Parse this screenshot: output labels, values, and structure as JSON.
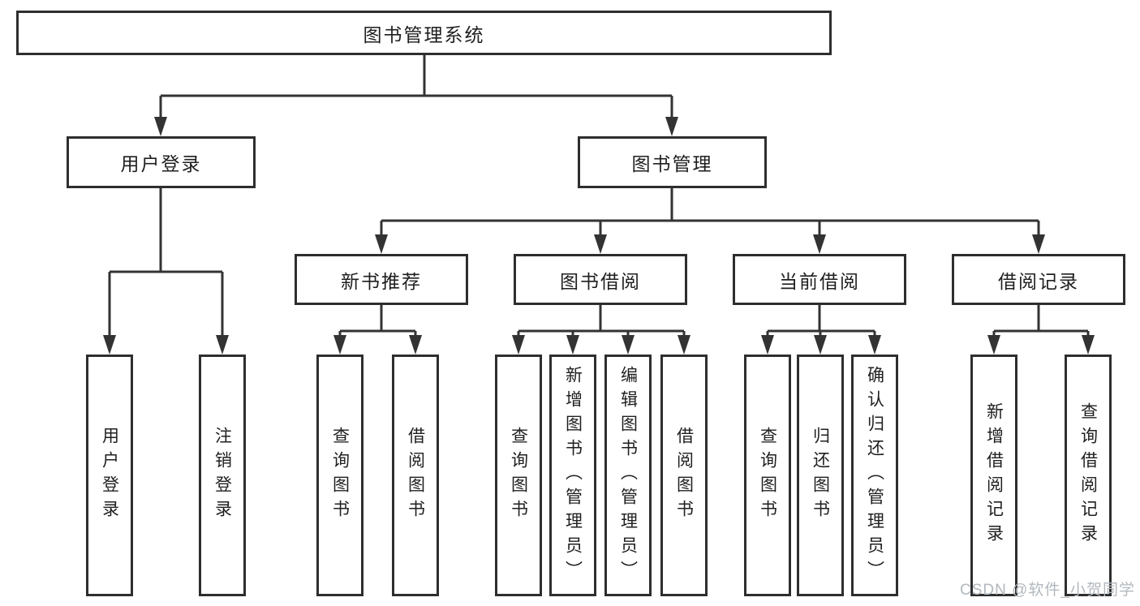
{
  "diagram": {
    "title": "图书管理系统",
    "root": {
      "label": "图书管理系统"
    },
    "level2": [
      {
        "id": "user-login-branch",
        "label": "用户登录"
      },
      {
        "id": "book-management-branch",
        "label": "图书管理"
      }
    ],
    "level3": [
      {
        "id": "new-book-recommend",
        "parent": "图书管理",
        "label": "新书推荐"
      },
      {
        "id": "book-borrow",
        "parent": "图书管理",
        "label": "图书借阅"
      },
      {
        "id": "current-borrow",
        "parent": "图书管理",
        "label": "当前借阅"
      },
      {
        "id": "borrow-records",
        "parent": "图书管理",
        "label": "借阅记录"
      }
    ],
    "leaves": [
      {
        "parent": "用户登录",
        "label": "用户登录"
      },
      {
        "parent": "用户登录",
        "label": "注销登录"
      },
      {
        "parent": "新书推荐",
        "label": "查询图书"
      },
      {
        "parent": "新书推荐",
        "label": "借阅图书"
      },
      {
        "parent": "图书借阅",
        "label": "查询图书"
      },
      {
        "parent": "图书借阅",
        "label": "新增图书（管理员）"
      },
      {
        "parent": "图书借阅",
        "label": "编辑图书（管理员）"
      },
      {
        "parent": "图书借阅",
        "label": "借阅图书"
      },
      {
        "parent": "当前借阅",
        "label": "查询图书"
      },
      {
        "parent": "当前借阅",
        "label": "归还图书"
      },
      {
        "parent": "当前借阅",
        "label": "确认归还（管理员）"
      },
      {
        "parent": "借阅记录",
        "label": "新增借阅记录"
      },
      {
        "parent": "借阅记录",
        "label": "查询借阅记录"
      }
    ],
    "watermark": "CSDN @软件_小贺同学",
    "colors": {
      "line": "#333333",
      "border": "#2e2e2e",
      "text": "#1f1f1f",
      "watermark": "#b2b8be",
      "bg": "#ffffff"
    }
  }
}
